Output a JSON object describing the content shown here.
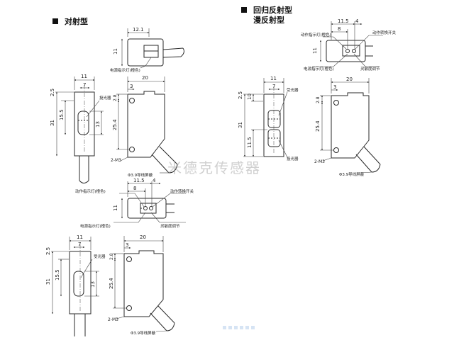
{
  "headings": {
    "thru_beam": "对射型",
    "retro_reflective": "回归反射型",
    "diffuse": "漫反射型"
  },
  "watermark": "米德克传感器",
  "dimensions": {
    "d12_1": "12.1",
    "d11": "11",
    "d11_5": "11.5",
    "d4": "4",
    "d8": "8",
    "d7": "7",
    "d20": "20",
    "d3": "3",
    "d2_5": "2.5",
    "d2_8": "2.8",
    "d15_5": "15.5",
    "d31": "31",
    "d13": "13",
    "d25_4": "25.4",
    "d11_5b": "11.5",
    "d10": "10"
  },
  "labels": {
    "power_indicator": "电源指示灯(橙色)",
    "action_indicator": "动作指示灯(橙色)",
    "mode_switch": "动作转换开关",
    "sensitivity": "灵敏度调节",
    "emitter": "投光器",
    "receiver": "受光器",
    "mount_hole": "2-M3",
    "cable": "Φ3.9导线屏蔽"
  },
  "colors": {
    "line": "#2a2a2a",
    "dim": "#444444"
  }
}
